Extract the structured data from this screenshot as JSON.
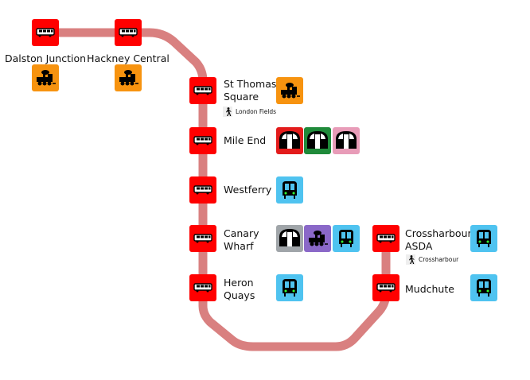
{
  "colors": {
    "line": "#d98080",
    "bus": "#ff0000",
    "rail": "#f7930f",
    "tube_central": "#e31b1b",
    "tube_district": "#1f8a3a",
    "tube_hammersmith": "#e89cb8",
    "tube_jubilee": "#a0a5a9",
    "elizabeth": "#8a68c8",
    "dlr": "#4fc3f0"
  },
  "stops": [
    {
      "name": "Dalston Junction",
      "icon": "bus-icon",
      "modes": [
        {
          "icon": "train-icon",
          "color": "#f7930f"
        }
      ]
    },
    {
      "name": "Hackney Central",
      "icon": "bus-icon",
      "modes": [
        {
          "icon": "train-icon",
          "color": "#f7930f"
        }
      ]
    },
    {
      "name": "St Thomas Square",
      "icon": "bus-icon",
      "modes": [
        {
          "icon": "train-icon",
          "color": "#f7930f"
        }
      ],
      "walk": "London Fields"
    },
    {
      "name": "Mile End",
      "icon": "bus-icon",
      "modes": [
        {
          "icon": "tube-icon",
          "color": "#e31b1b"
        },
        {
          "icon": "tube-icon",
          "color": "#1f8a3a"
        },
        {
          "icon": "tube-icon",
          "color": "#e89cb8"
        }
      ]
    },
    {
      "name": "Westferry",
      "icon": "bus-icon",
      "modes": [
        {
          "icon": "dlr-icon",
          "color": "#4fc3f0"
        }
      ]
    },
    {
      "name": "Canary Wharf",
      "icon": "bus-icon",
      "modes": [
        {
          "icon": "tube-icon",
          "color": "#a0a5a9"
        },
        {
          "icon": "train-icon",
          "color": "#8a68c8"
        },
        {
          "icon": "dlr-icon",
          "color": "#4fc3f0"
        }
      ]
    },
    {
      "name": "Heron Quays",
      "icon": "bus-icon",
      "modes": [
        {
          "icon": "dlr-icon",
          "color": "#4fc3f0"
        }
      ]
    },
    {
      "name": "Crossharbour ASDA",
      "icon": "bus-icon",
      "modes": [
        {
          "icon": "dlr-icon",
          "color": "#4fc3f0"
        }
      ],
      "walk": "Crossharbour"
    },
    {
      "name": "Mudchute",
      "icon": "bus-icon",
      "modes": [
        {
          "icon": "dlr-icon",
          "color": "#4fc3f0"
        }
      ]
    }
  ]
}
